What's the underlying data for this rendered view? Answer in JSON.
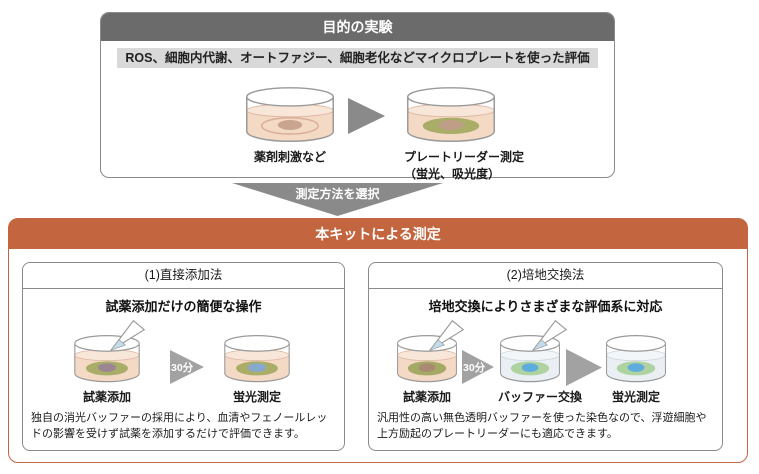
{
  "colors": {
    "header_gray": "#6b6b6b",
    "highlight_gray": "#d9d9d9",
    "accent_orange": "#c3653f",
    "arrow_dark_gray": "#8a8a8a",
    "arrow_light_gray": "#a2a2a2",
    "box_border_gray": "#8a8a8a"
  },
  "dishes": {
    "stimulus": {
      "liquid": "#f4d9c5",
      "surface": "#f8e6d8",
      "edge": "#ddb6a0",
      "ring": "#d9ae96",
      "center": "#c9a58f"
    },
    "reader": {
      "liquid": "#f4d9c5",
      "surface": "#f8e6d8",
      "edge": "#ddb6a0",
      "oval": "#a9ad68",
      "center": "#bf9e87"
    },
    "direct_add": {
      "liquid": "#f4d9c5",
      "surface": "#f8e6d8",
      "edge": "#ddb6a0",
      "oval": "#a9ad68",
      "center": "#9d8694"
    },
    "direct_measure": {
      "liquid": "#f4d9c5",
      "surface": "#f8e6d8",
      "edge": "#ddb6a0",
      "oval": "#a9ad68",
      "center": "#86aacd"
    },
    "exchange_add": {
      "liquid": "#f4d9c5",
      "surface": "#f8e6d8",
      "edge": "#ddb6a0",
      "oval": "#a4a964",
      "center": "#aa8a72"
    },
    "exchange_buffer": {
      "liquid": "#e9eff3",
      "surface": "#f2f6f9",
      "edge": "#c9d5dd",
      "oval": "#aed2a0",
      "center": "#5eacde"
    },
    "exchange_measure": {
      "liquid": "#e9eff3",
      "surface": "#f2f6f9",
      "edge": "#c9d5dd",
      "oval": "#aed2a0",
      "center": "#5eacde"
    }
  },
  "top_section": {
    "title": "目的の実験",
    "highlight": "ROS、細胞内代謝、オートファジー、細胞老化などマイクロプレートを使った評価",
    "steps": [
      {
        "label": "薬剤刺激など"
      },
      {
        "label": "プレートリーダー測定",
        "sublabel": "（蛍光、吸光度）"
      }
    ]
  },
  "connector": {
    "label": "測定方法を選択"
  },
  "bottom_section": {
    "title": "本キットによる測定",
    "methods": [
      {
        "heading": "(1)直接添加法",
        "subheading": "試薬添加だけの簡便な操作",
        "arrow_label": "30分",
        "steps": [
          {
            "label": "試薬添加"
          },
          {
            "label": "蛍光測定"
          }
        ],
        "description": "独自の消光バッファーの採用により、血清やフェノールレッドの影響を受けず試薬を添加するだけで評価できます。"
      },
      {
        "heading": "(2)培地交換法",
        "subheading": "培地交換によりさまざまな評価系に対応",
        "arrow_label": "30分",
        "steps": [
          {
            "label": "試薬添加"
          },
          {
            "label": "バッファー交換"
          },
          {
            "label": "蛍光測定"
          }
        ],
        "description": "汎用性の高い無色透明バッファーを使った染色なので、浮遊細胞や上方励起のプレートリーダーにも適応できます。"
      }
    ]
  }
}
